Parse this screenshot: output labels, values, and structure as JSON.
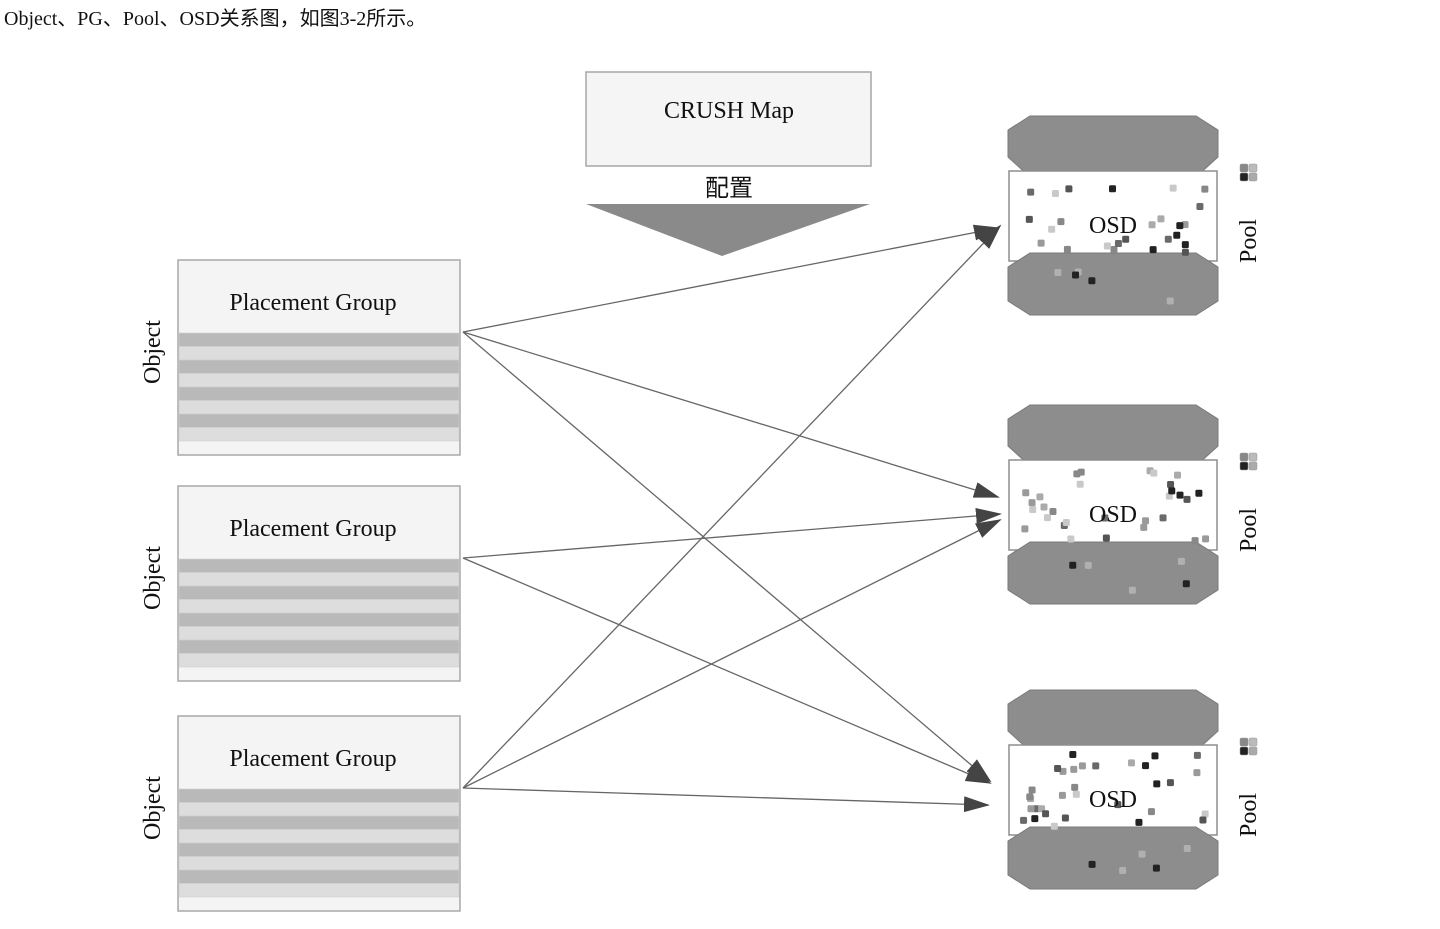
{
  "caption": "Object、PG、Pool、OSD关系图，如图3-2所示。",
  "crush": {
    "title": "CRUSH Map",
    "action_label": "配置"
  },
  "placement_groups": [
    {
      "title": "Placement Group",
      "side_label": "Object"
    },
    {
      "title": "Placement Group",
      "side_label": "Object"
    },
    {
      "title": "Placement Group",
      "side_label": "Object"
    }
  ],
  "osds": [
    {
      "title": "OSD",
      "side_label": "Pool"
    },
    {
      "title": "OSD",
      "side_label": "Pool"
    },
    {
      "title": "OSD",
      "side_label": "Pool"
    }
  ],
  "mappings": [
    {
      "from_pg": 0,
      "to_osd": 0
    },
    {
      "from_pg": 0,
      "to_osd": 1
    },
    {
      "from_pg": 0,
      "to_osd": 2
    },
    {
      "from_pg": 1,
      "to_osd": 1
    },
    {
      "from_pg": 1,
      "to_osd": 2
    },
    {
      "from_pg": 2,
      "to_osd": 0
    },
    {
      "from_pg": 2,
      "to_osd": 1
    },
    {
      "from_pg": 2,
      "to_osd": 2
    }
  ],
  "colors": {
    "stroke": "#9a9a9a",
    "osd_fill": "#8c8c8c",
    "pg_fill": "#f2f2f2",
    "stripe_dark": "#b4b4b4",
    "stripe_light": "#dcdcdc",
    "arrow": "#555555"
  }
}
